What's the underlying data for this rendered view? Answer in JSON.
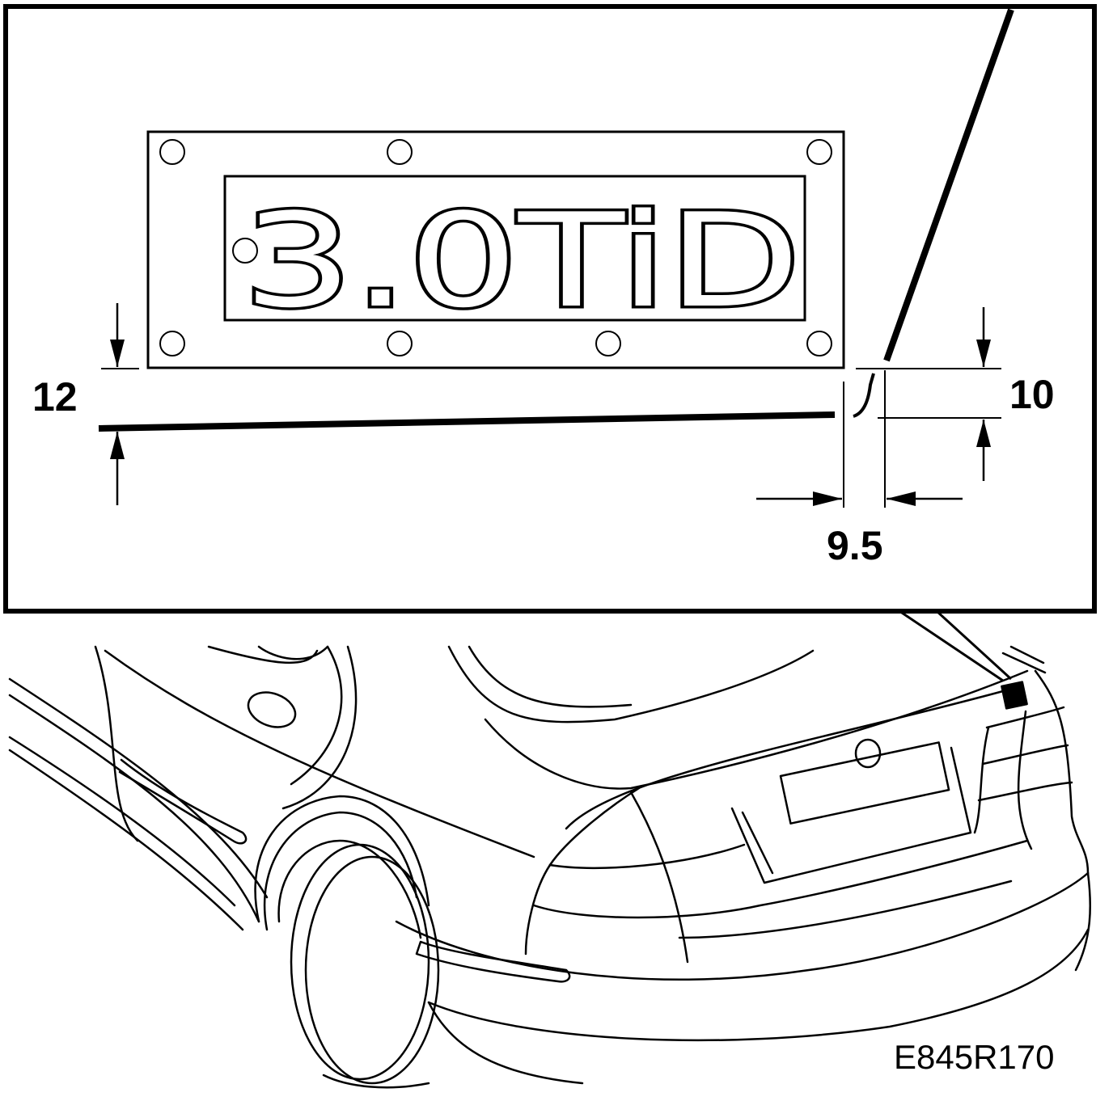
{
  "colors": {
    "line": "#000000",
    "background": "#ffffff"
  },
  "badge": {
    "text": "3.0TiD"
  },
  "dimensions": {
    "top_gap": "12",
    "right_height": "10",
    "right_width": "9.5"
  },
  "reference_code": "E845R170"
}
